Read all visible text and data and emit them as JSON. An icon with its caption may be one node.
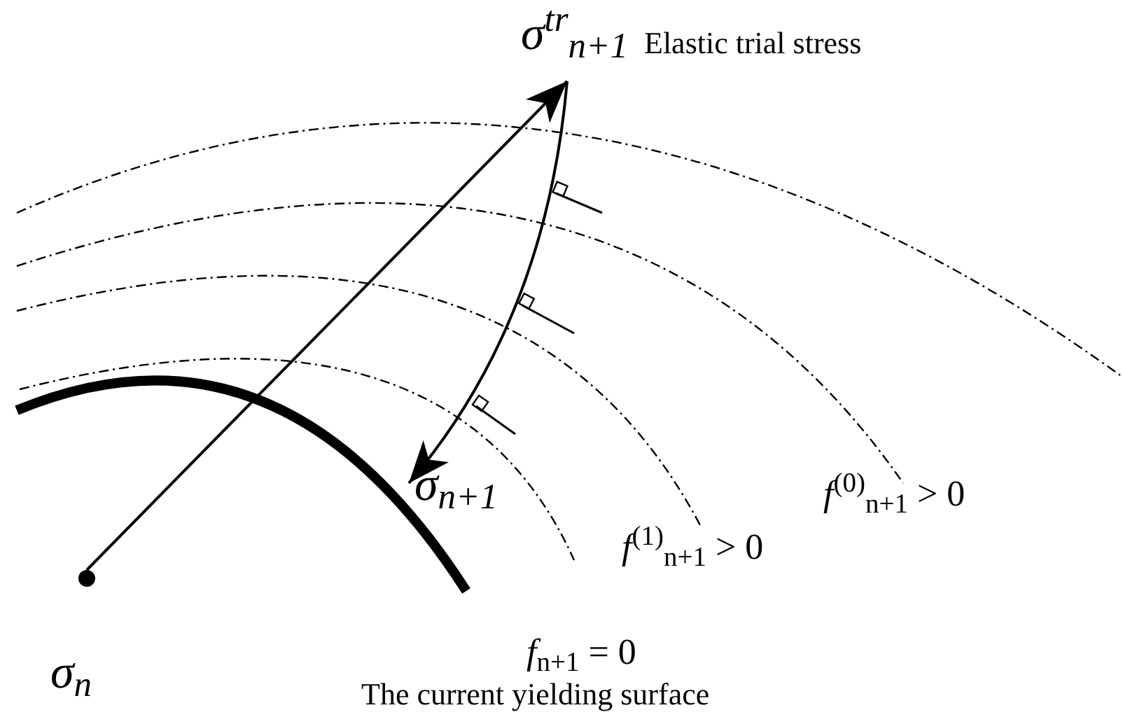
{
  "diagram": {
    "nodes": [
      {
        "text": [
          "σ$_{n}$"
        ]
      },
      {
        "text": [
          "σ$^{tr}$$_{n+1}$"
        ],
        "beside": [
          "Elastic trial stress"
        ]
      },
      {
        "text": [
          "σ$_{n+1}$"
        ]
      }
    ],
    "edges": [
      {
        "from": 0,
        "to": 1,
        "arrow": "to"
      },
      {
        "from": 1,
        "to": 2,
        "arrow": "to"
      }
    ],
    "labels": [
      "*f*$^{(0)}$$_{n+1}$ > 0",
      "*f*$^{(1)}$$_{n+1}$ > 0",
      "*f*$_{n+1}$ = 0",
      "The current yielding surface"
    ]
  }
}
